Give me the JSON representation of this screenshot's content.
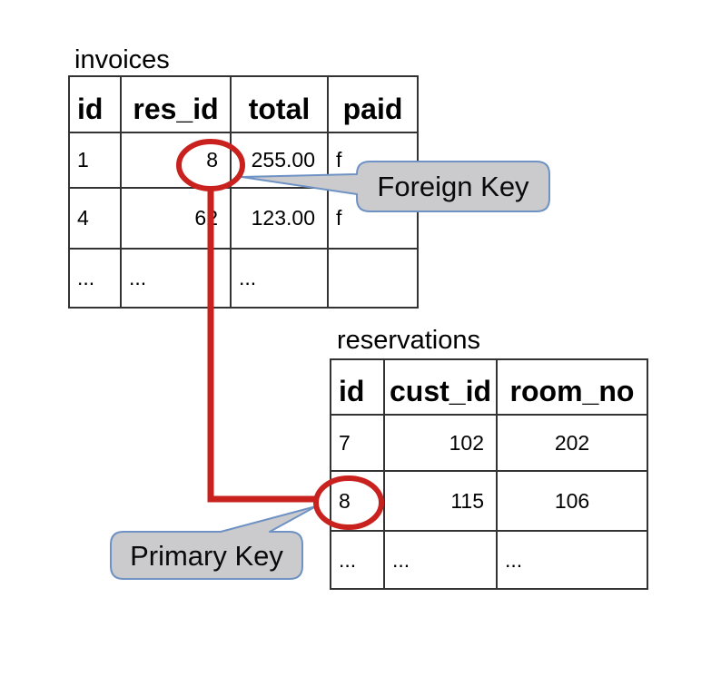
{
  "colors": {
    "annotation-red": "#c9211e",
    "callout-fill": "#cbcbcd",
    "callout-border": "#6e92c4",
    "table-border": "#333333"
  },
  "invoices": {
    "title": "invoices",
    "headers": [
      "id",
      "res_id",
      "total",
      "paid"
    ],
    "rows": [
      [
        "1",
        "8",
        "255.00",
        "f"
      ],
      [
        "4",
        "62",
        "123.00",
        "f"
      ],
      [
        "...",
        "...",
        "...",
        ""
      ]
    ]
  },
  "reservations": {
    "title": "reservations",
    "headers": [
      "id",
      "cust_id",
      "room_no"
    ],
    "rows": [
      [
        "7",
        "102",
        "202"
      ],
      [
        "8",
        "115",
        "106"
      ],
      [
        "...",
        "...",
        "..."
      ]
    ]
  },
  "callouts": {
    "foreign_key": "Foreign Key",
    "primary_key": "Primary Key"
  }
}
